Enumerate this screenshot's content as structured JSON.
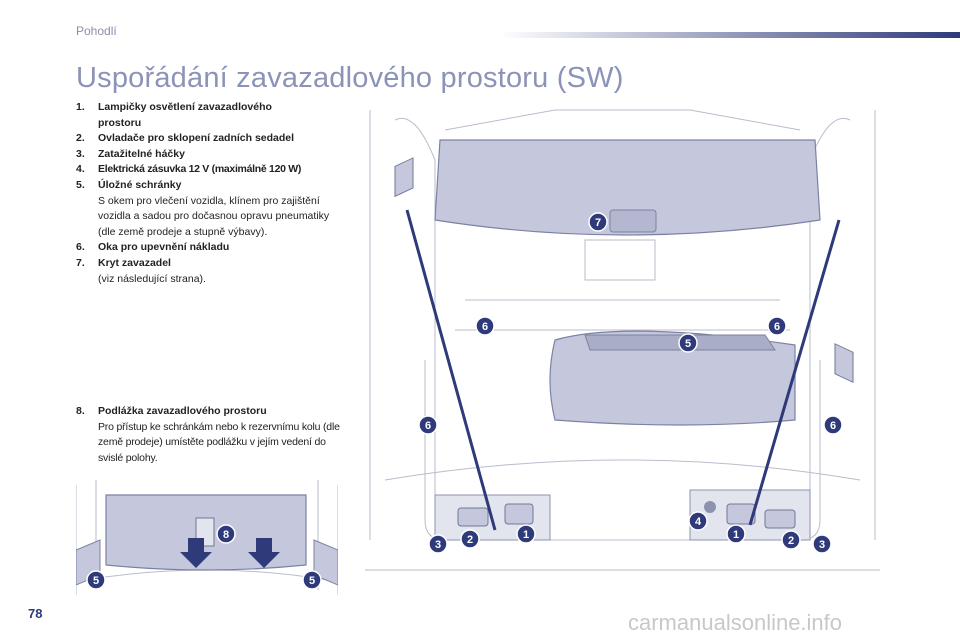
{
  "header": {
    "section": "Pohodlí"
  },
  "page_title": "Uspořádání zavazadlového prostoru (SW)",
  "items": [
    {
      "num": "1.",
      "label": "Lampičky osvětlení zavazadlového",
      "desc": "prostoru",
      "desc_bold": true
    },
    {
      "num": "2.",
      "label": "Ovladače pro sklopení zadních sedadel"
    },
    {
      "num": "3.",
      "label": "Zatažitelné háčky"
    },
    {
      "num": "4.",
      "label": "Elektrická zásuvka 12 V (maximálně 120 W)"
    },
    {
      "num": "5.",
      "label": "Úložné schránky",
      "desc": "S okem pro vlečení vozidla, klínem pro zajištění vozidla a sadou pro dočasnou opravu pneumatiky (dle země prodeje a stupně výbavy)."
    },
    {
      "num": "6.",
      "label": "Oka pro upevnění nákladu"
    },
    {
      "num": "7.",
      "label": "Kryt zavazadel",
      "desc": "(viz následující strana)."
    }
  ],
  "item8": {
    "num": "8.",
    "label": "Podlážka zavazadlového prostoru",
    "desc": "Pro přístup ke schránkám nebo k rezervnímu kolu (dle země prodeje) umístěte podlážku v jejím vedení do svislé polohy."
  },
  "callouts": {
    "main": [
      "7",
      "6",
      "6",
      "5",
      "6",
      "6",
      "4",
      "3",
      "2",
      "1",
      "1",
      "2",
      "3"
    ],
    "floor": [
      "8",
      "5",
      "5"
    ]
  },
  "footer": {
    "page_number": "78",
    "watermark": "carmanualsonline.info"
  },
  "colors": {
    "accent": "#2e3a7a",
    "title": "#8c93b8",
    "panel": "#c5c8dc",
    "badge": "#2e3a7a"
  }
}
